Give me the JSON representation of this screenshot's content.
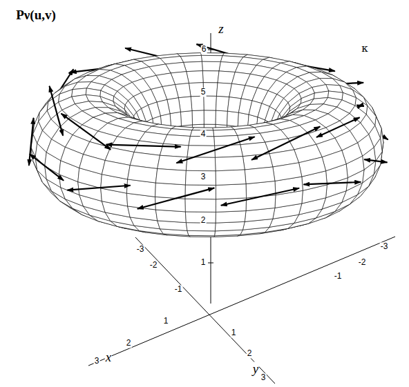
{
  "diagram": {
    "labels": [
      "Pν(u,v)",
      "z",
      "κ",
      "6",
      "5",
      "4",
      "3",
      "2",
      "1",
      "-3",
      "-2",
      "-1",
      "-1",
      "-2",
      "-3",
      "3",
      "x",
      "2",
      "1",
      "1",
      "2",
      "3",
      "y"
    ]
  }
}
